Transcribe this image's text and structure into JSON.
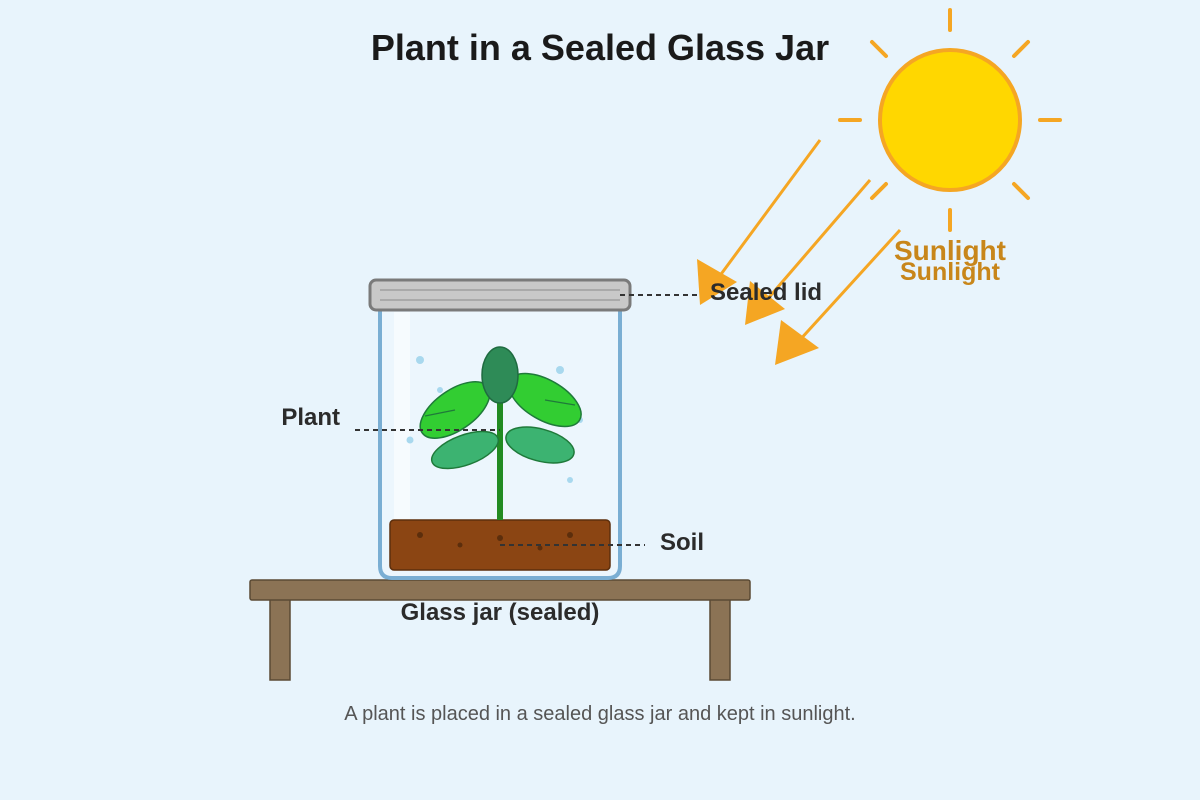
{
  "title": "Plant in a Sealed Glass Jar",
  "sun": {
    "label": "Sunlight",
    "label_echo": "Sunlight",
    "icon": "sun-icon"
  },
  "labels": {
    "lid": "Sealed lid",
    "plant": "Plant",
    "soil": "Soil",
    "jar": "Glass jar (sealed)"
  },
  "caption": "A plant is placed in a sealed glass jar and kept in sunlight.",
  "colors": {
    "background": "#e8f4fc",
    "sun_fill": "#ffd700",
    "sun_stroke": "#f5a623",
    "sunlight_label": "#c8861a",
    "arrow": "#f5a623",
    "lid": "#c8c8c8",
    "jar_outline": "#7aaed3",
    "soil": "#8b4513",
    "leaf_light": "#32cd32",
    "leaf_dark": "#3cb371",
    "bud": "#2e8b57",
    "stem": "#228b22",
    "table": "#8b7355"
  }
}
